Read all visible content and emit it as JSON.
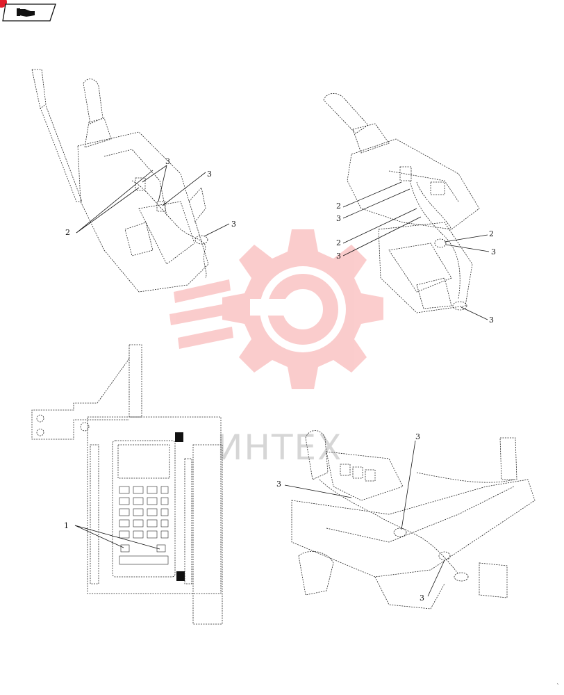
{
  "nav": {
    "icon": "hand-pointer-icon"
  },
  "watermark": {
    "text": "ИНТЕХ",
    "icon": "gear-wrench-logo",
    "color": "#f04a4a"
  },
  "callouts": {
    "tl_3a": "3",
    "tl_3b": "3",
    "tl_3c": "3",
    "tl_2": "2",
    "tr_2a": "2",
    "tr_3a": "3",
    "tr_2b": "2",
    "tr_3b": "3",
    "tr_2c": "2",
    "tr_3c": "3",
    "tr_3d": "3",
    "bl_1": "1",
    "br_3a": "3",
    "br_3b": "3",
    "br_3c": "3"
  },
  "corner_mark": "`"
}
